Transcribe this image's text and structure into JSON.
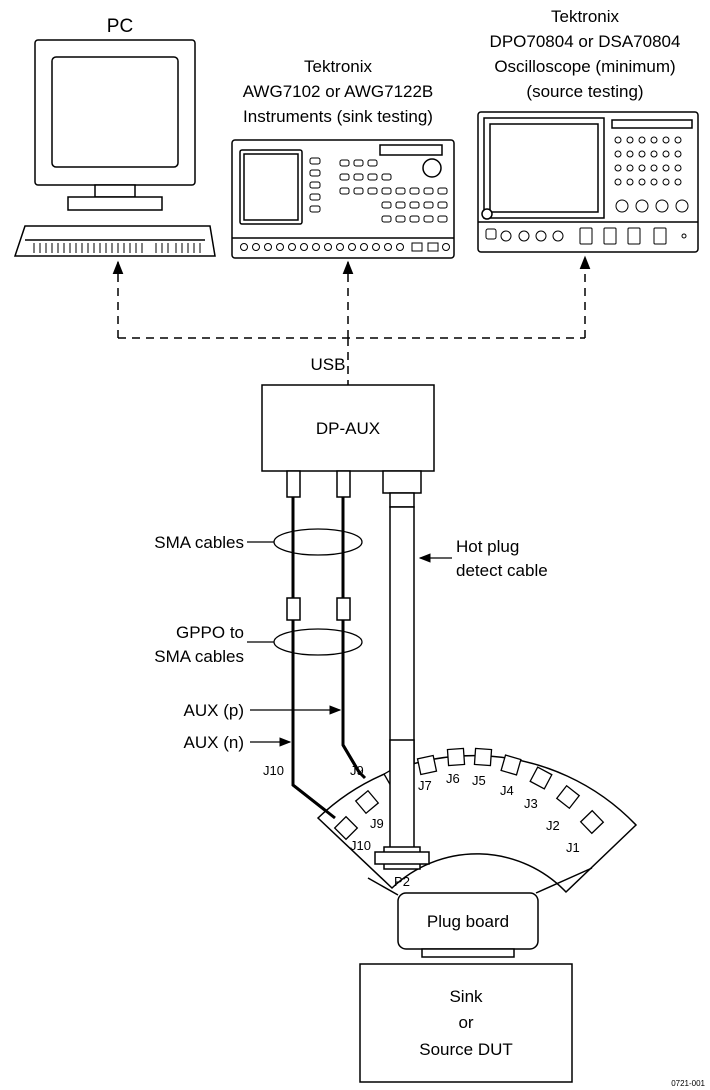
{
  "devices": {
    "pc": {
      "label": "PC"
    },
    "awg": {
      "lines": [
        "Tektronix",
        "AWG7102 or AWG7122B",
        "Instruments (sink testing)"
      ]
    },
    "scope": {
      "lines": [
        "Tektronix",
        "DPO70804 or DSA70804",
        "Oscilloscope (minimum)",
        "(source testing)"
      ]
    }
  },
  "links": {
    "usb": "USB"
  },
  "boxes": {
    "dpaux": "DP-AUX",
    "plugboard": "Plug board",
    "dut": [
      "Sink",
      "or",
      "Source DUT"
    ]
  },
  "callouts": {
    "sma_cables": "SMA cables",
    "gppo": [
      "GPPO to",
      "SMA cables"
    ],
    "hot_plug": [
      "Hot plug",
      "detect cable"
    ],
    "aux_p": "AUX (p)",
    "aux_n": "AUX (n)"
  },
  "wire_labels": {
    "j10": "J10",
    "j9": "J9"
  },
  "connectors": [
    "J10",
    "J9",
    "J7",
    "J6",
    "J5",
    "J4",
    "J3",
    "J2",
    "J1"
  ],
  "p2": "P2",
  "figure_id": "0721-001"
}
